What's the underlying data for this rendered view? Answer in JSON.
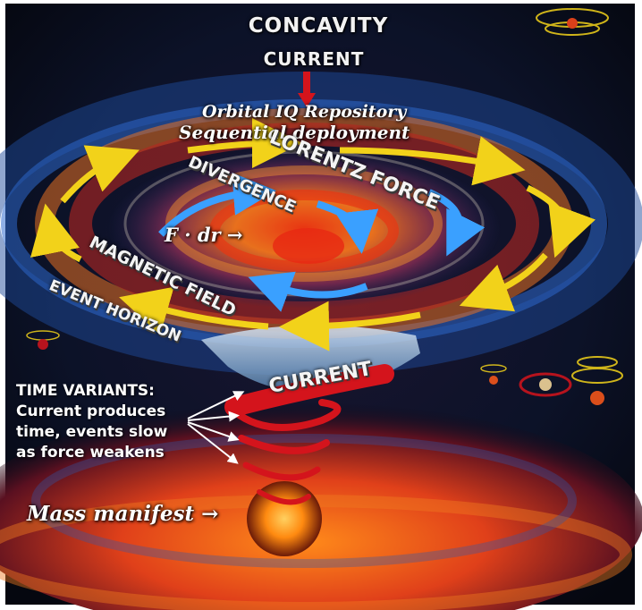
{
  "image": {
    "colors": {
      "background_dark": "#0a0f24",
      "swirl_orange": "#ff6a00",
      "swirl_red": "#c8101a",
      "swirl_blue": "#2a6ad8",
      "arrow_yellow": "#f2d21a",
      "arrow_blue": "#3aa0ff",
      "ribbon_red": "#d4141c"
    },
    "labels": {
      "concavity": "CONCAVITY",
      "current_top": "CURRENT",
      "repository": "Orbital IQ Repository",
      "deployment": "Sequential deployment",
      "lorentz": "LORENTZ FORCE",
      "divergence": "DIVERGENCE",
      "formula": "F · dr →",
      "magnetic": "MAGNETIC FIELD",
      "horizon": "EVENT HORIZON",
      "current_ribbon": "CURRENT",
      "time_title": "TIME VARIANTS:",
      "time_line1": "Current produces",
      "time_line2": "time, events slow",
      "time_line3": "as force weakens",
      "mass": "Mass manifest →"
    }
  }
}
